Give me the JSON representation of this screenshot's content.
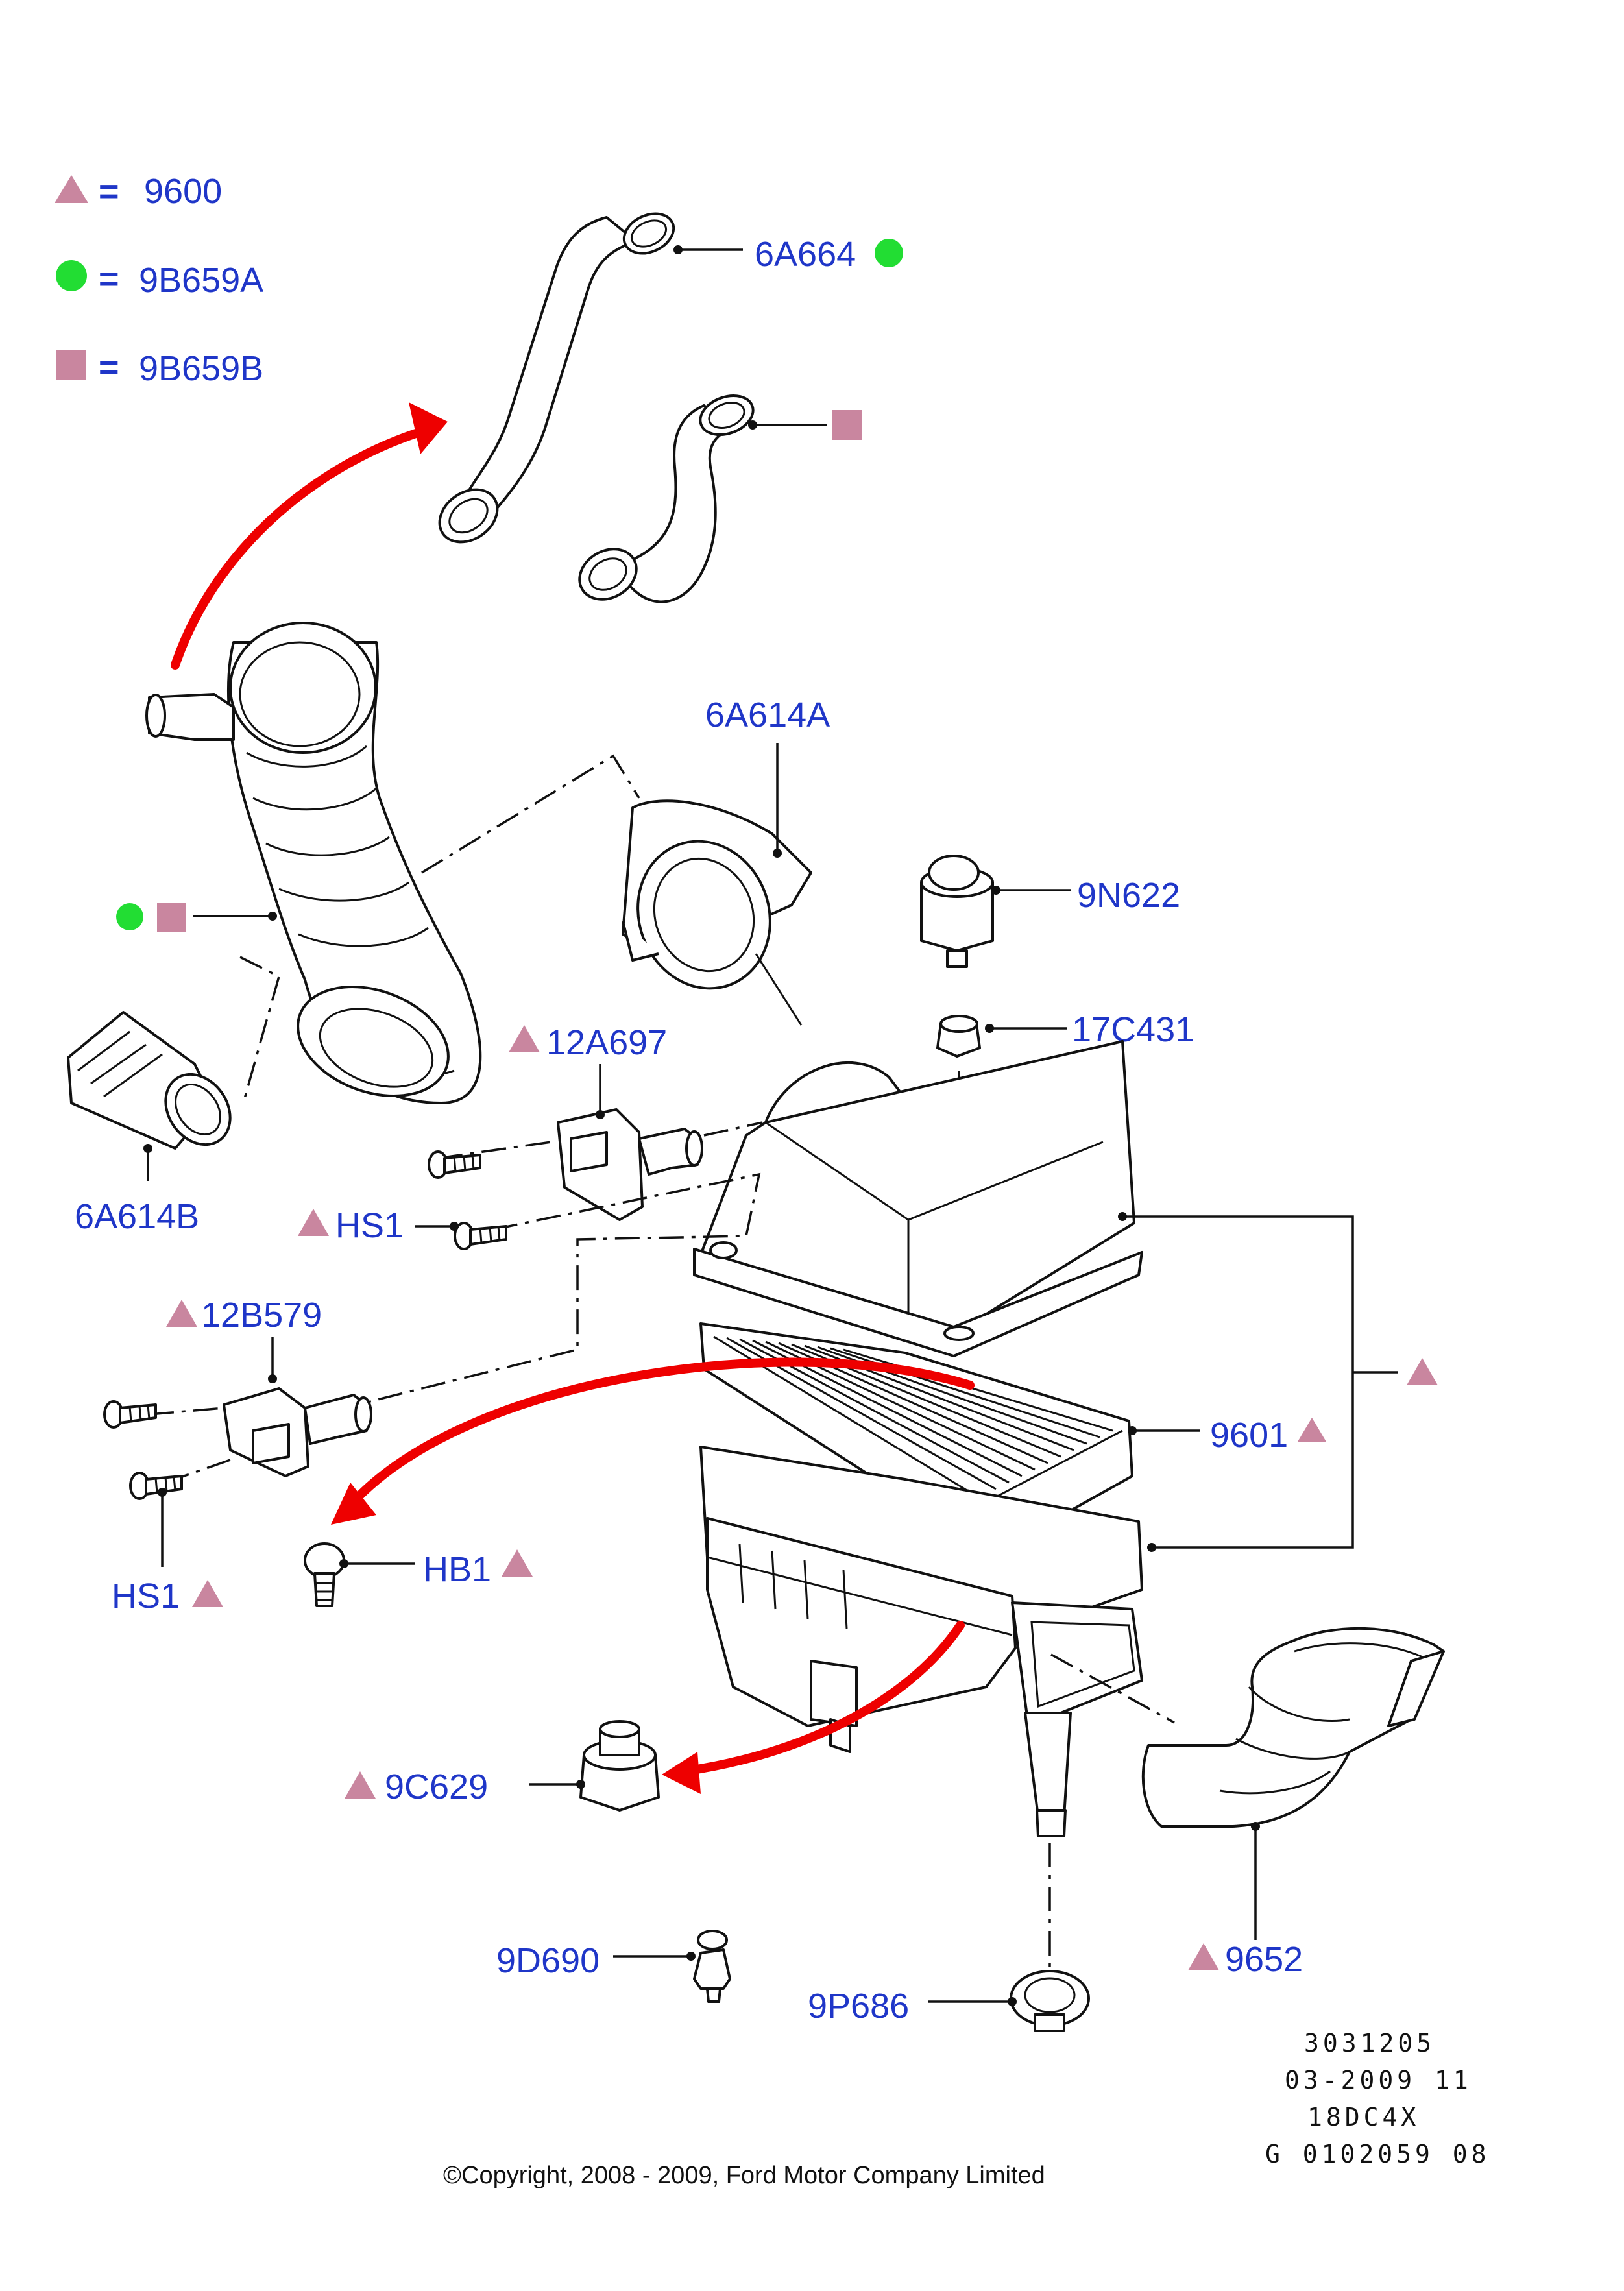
{
  "legend": [
    {
      "symbol": "triangle",
      "value": "9600"
    },
    {
      "symbol": "circle",
      "value": "9B659A"
    },
    {
      "symbol": "square",
      "value": "9B659B"
    }
  ],
  "legend_eq": "=",
  "colors": {
    "label": "#1f36c8",
    "triangle": "#c9869f",
    "circle": "#22dd33",
    "square": "#c9869f",
    "arrow": "#ee0000"
  },
  "labels": {
    "6A664": "6A664",
    "6A614A": "6A614A",
    "9N622": "9N622",
    "17C431": "17C431",
    "12A697": "12A697",
    "HS1_upper": "HS1",
    "6A614B": "6A614B",
    "12B579": "12B579",
    "9601": "9601",
    "HB1": "HB1",
    "HS1_lower": "HS1",
    "9C629": "9C629",
    "9D690": "9D690",
    "9P686": "9P686",
    "9652": "9652"
  },
  "meta_lines": [
    "3031205",
    "03-2009 11",
    "18DC4X",
    "G 0102059 08"
  ],
  "copyright": "©Copyright, 2008 - 2009, Ford Motor Company Limited"
}
